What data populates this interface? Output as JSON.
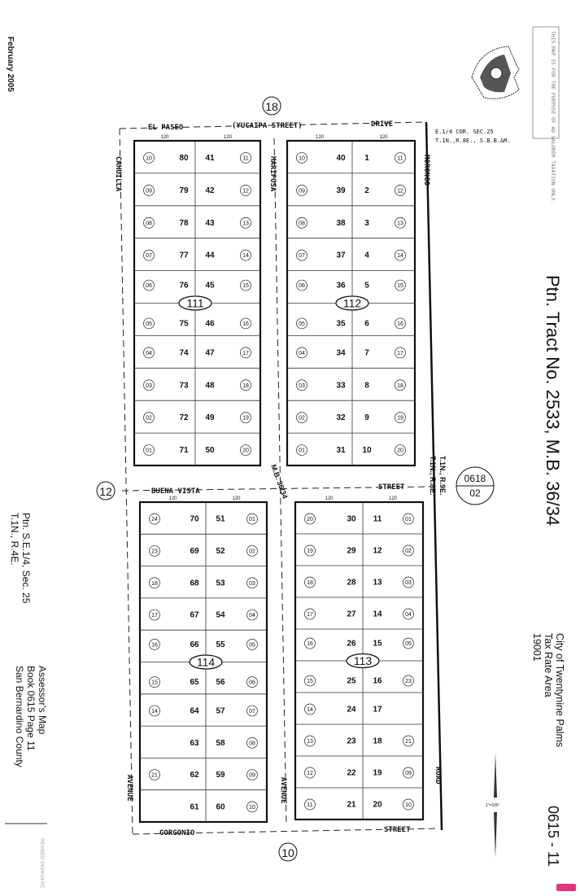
{
  "header": {
    "date": "February 2005"
  },
  "notice": "THIS MAP IS FOR THE PURPOSE OF AD VALOREM TAXATION ONLY.",
  "corner_note": [
    "E.1/4 COR. SEC.25",
    "T.1N.,R.8E., S.B.B.&M."
  ],
  "title": [
    "Ptn. Tract No. 2533, M.B. 36/34"
  ],
  "left_notes": {
    "section": [
      "Ptn. S.E.1/4, Sec. 25",
      "T.1N., R.4E."
    ],
    "book": [
      "Assessor's Map",
      "Book 0615 Page 11",
      "San Bernardino County"
    ],
    "revised": "REVISED 04/24/14 KC"
  },
  "right_notes": {
    "city": [
      "City of Twentynine Palms",
      "Tax Rate Area",
      "19001"
    ],
    "map_number": "0615 - 11",
    "scale": "1\"=100'"
  },
  "township_lines": [
    "T.1N., R.9E.",
    "T.1N., R.8E."
  ],
  "ref_map": {
    "book": "0618",
    "page": "02"
  },
  "adjacent_pages": {
    "top": "18",
    "left": "12",
    "bottom": "10"
  },
  "mb_ref": "M.B. 36/34",
  "streets": {
    "top": [
      "EL PASEO",
      "(YUCAIPA STREET)",
      "DRIVE"
    ],
    "middle": [
      "BUENA VISTA",
      "STREET"
    ],
    "bottom": [
      "GORGONIO",
      "STREET"
    ],
    "left": "CAHUILLA",
    "center_top": "MARIPOSA",
    "right_top": "MORONGO",
    "left_bottom": "AVENUE",
    "center_bottom": "AVENUE",
    "right_bottom": "ROAD"
  },
  "dimension": "120",
  "blocks": [
    {
      "id": "111",
      "rows": [
        [
          "80",
          "41",
          "10",
          "11"
        ],
        [
          "79",
          "42",
          "09",
          "12"
        ],
        [
          "78",
          "43",
          "08",
          "13"
        ],
        [
          "77",
          "44",
          "07",
          "14"
        ],
        [
          "76",
          "45",
          "06",
          "15"
        ],
        [
          "75",
          "46",
          "05",
          "16"
        ],
        [
          "74",
          "47",
          "04",
          "17"
        ],
        [
          "73",
          "48",
          "03",
          "18"
        ],
        [
          "72",
          "49",
          "02",
          "19"
        ],
        [
          "71",
          "50",
          "01",
          "20"
        ]
      ]
    },
    {
      "id": "112",
      "rows": [
        [
          "40",
          "1",
          "10",
          "11"
        ],
        [
          "39",
          "2",
          "09",
          "12"
        ],
        [
          "38",
          "3",
          "08",
          "13"
        ],
        [
          "37",
          "4",
          "07",
          "14"
        ],
        [
          "36",
          "5",
          "06",
          "15"
        ],
        [
          "35",
          "6",
          "05",
          "16"
        ],
        [
          "34",
          "7",
          "04",
          "17"
        ],
        [
          "33",
          "8",
          "03",
          "18"
        ],
        [
          "32",
          "9",
          "02",
          "19"
        ],
        [
          "31",
          "10",
          "01",
          "20"
        ]
      ]
    },
    {
      "id": "114",
      "rows": [
        [
          "70",
          "51",
          "24",
          "01"
        ],
        [
          "69",
          "52",
          "23",
          "02"
        ],
        [
          "68",
          "53",
          "18",
          "03"
        ],
        [
          "67",
          "54",
          "17",
          "04"
        ],
        [
          "66",
          "55",
          "16",
          "05"
        ],
        [
          "65",
          "56",
          "15",
          "06"
        ],
        [
          "64",
          "57",
          "14",
          "07"
        ],
        [
          "63",
          "58",
          "",
          "08"
        ],
        [
          "62",
          "59",
          "21",
          "09"
        ],
        [
          "61",
          "60",
          "",
          "10"
        ]
      ]
    },
    {
      "id": "113",
      "rows": [
        [
          "30",
          "11",
          "20",
          "01"
        ],
        [
          "29",
          "12",
          "19",
          "02"
        ],
        [
          "28",
          "13",
          "18",
          "03"
        ],
        [
          "27",
          "14",
          "17",
          "04"
        ],
        [
          "26",
          "15",
          "16",
          "05"
        ],
        [
          "25",
          "16",
          "15",
          "23"
        ],
        [
          "24",
          "17",
          "14",
          ""
        ],
        [
          "23",
          "18",
          "13",
          "21"
        ],
        [
          "22",
          "19",
          "12",
          "09"
        ],
        [
          "21",
          "20",
          "11",
          "10"
        ]
      ]
    }
  ]
}
